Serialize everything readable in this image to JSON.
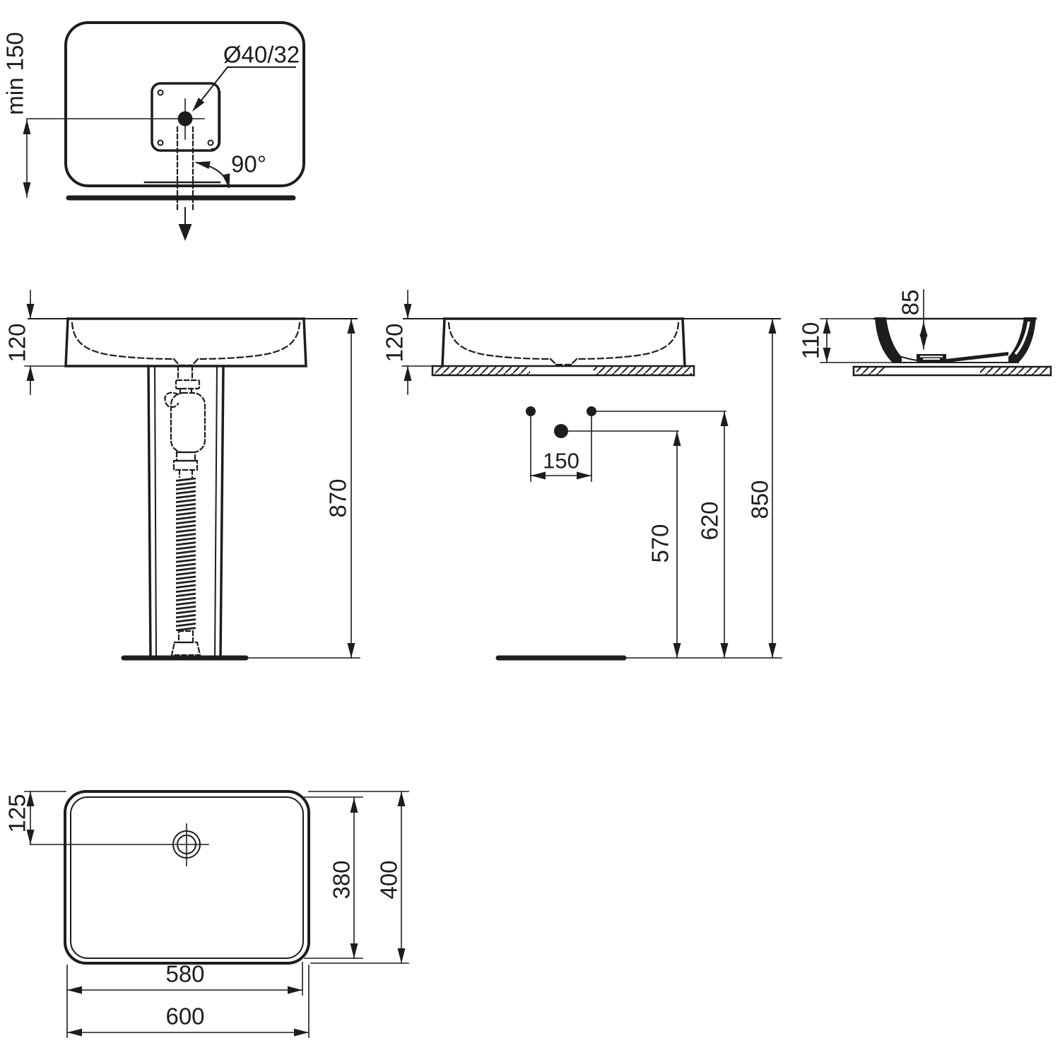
{
  "drawing": {
    "views": {
      "drain_detail": {
        "labels": {
          "min_height": "min 150",
          "drain_diameter": "Ø40/32",
          "angle": "90°"
        }
      },
      "front": {
        "labels": {
          "basin_height": "120",
          "total_height": "870"
        }
      },
      "side": {
        "labels": {
          "basin_height": "120",
          "hole_spacing": "150",
          "drain_height": "570",
          "supply_height": "620",
          "rim_height": "850"
        }
      },
      "section": {
        "labels": {
          "outer_height": "110",
          "bowl_depth": "85"
        }
      },
      "plan": {
        "labels": {
          "drain_offset": "125",
          "inner_depth": "380",
          "outer_depth": "400",
          "inner_width": "580",
          "outer_width": "600"
        }
      }
    },
    "colors": {
      "line": "#1d1d1d",
      "background": "#ffffff"
    }
  }
}
